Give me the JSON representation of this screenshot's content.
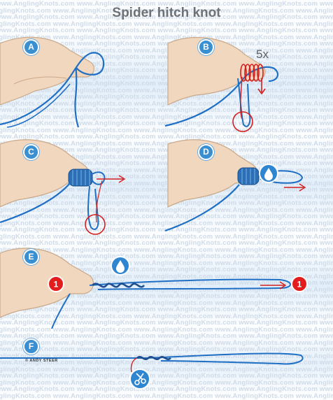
{
  "title": "Spider hitch knot",
  "watermark": "www.AnglingKnots.com",
  "steps": [
    "A",
    "B",
    "C",
    "D",
    "E",
    "F"
  ],
  "wrap_count": "5x",
  "marker_number": "1",
  "credit": "© ANDY STEER",
  "colors": {
    "line": "#1f6fc4",
    "accent": "#d31f1f",
    "step_badge": "#3a8fd1",
    "skin": "#f1d7bd"
  },
  "icons": [
    "water-drop-icon",
    "water-drop-icon",
    "scissors-icon"
  ]
}
